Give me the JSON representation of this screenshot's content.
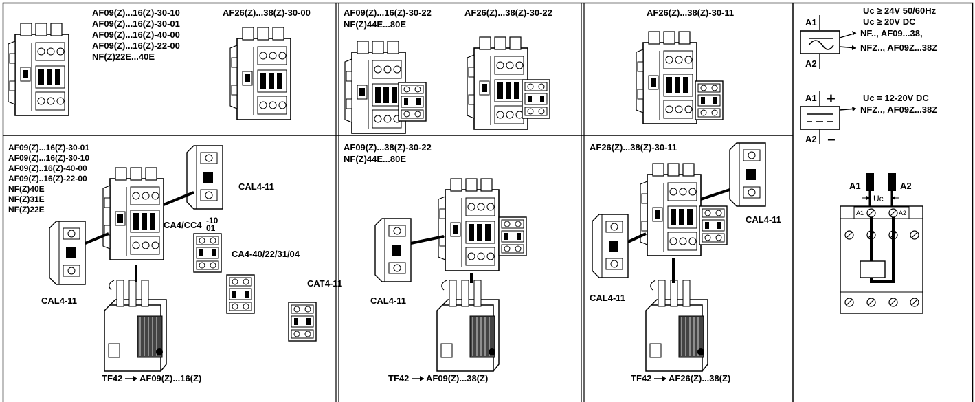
{
  "top_panels": [
    {
      "label_groups": [
        [
          "AF09(Z)...16(Z)-30-10",
          "AF09(Z)...16(Z)-30-01",
          "AF09(Z)...16(Z)-40-00",
          "AF09(Z)...16(Z)-22-00",
          "NF(Z)22E...40E"
        ],
        [
          "AF26(Z)...38(Z)-30-00"
        ]
      ]
    },
    {
      "label_groups": [
        [
          "AF09(Z)...16(Z)-30-22",
          "NF(Z)44E...80E"
        ],
        [
          "AF26(Z)...38(Z)-30-22"
        ]
      ]
    },
    {
      "label_groups": [
        [
          "AF26(Z)...38(Z)-30-11"
        ]
      ]
    }
  ],
  "coil_panel": {
    "ac": {
      "a1": "A1",
      "a2": "A2",
      "lines": [
        "Uc ≥ 24V 50/60Hz",
        "Uc ≥ 20V DC",
        "NF.., AF09...38,",
        "NFZ.., AF09Z...38Z"
      ]
    },
    "dc": {
      "a1": "A1",
      "a2": "A2",
      "plus": "+",
      "minus": "−",
      "lines": [
        "Uc = 12-20V DC",
        "NFZ.., AF09Z...38Z"
      ]
    },
    "terminal": {
      "a1": "A1",
      "a2": "A2",
      "uc": "Uc",
      "tag_a1": "A1",
      "tag_a2": "A2"
    }
  },
  "bottom_panels": [
    {
      "labels": [
        "AF09(Z)...16(Z)-30-01",
        "AF09(Z)...16(Z)-30-10",
        "AF09(Z)..16(Z)-40-00",
        "AF09(Z)..16(Z)-22-00",
        "NF(Z)40E",
        "NF(Z)31E",
        "NF(Z)22E"
      ],
      "accessories": {
        "cal_top": "CAL4-11",
        "ca4_prefix": "CA4/CC4",
        "ca4_sup": "-10",
        "ca4_sub": "01",
        "ca4_block": "CA4-40/22/31/04",
        "cat": "CAT4-11",
        "cal_left": "CAL4-11"
      },
      "footer": {
        "prefix": "TF42",
        "target": "AF09(Z)...16(Z)"
      }
    },
    {
      "labels": [
        "AF09(Z)...38(Z)-30-22",
        "NF(Z)44E...80E"
      ],
      "accessories": {
        "cal_left": "CAL4-11"
      },
      "footer": {
        "prefix": "TF42",
        "target": "AF09(Z)...38(Z)"
      }
    },
    {
      "labels": [
        "AF26(Z)...38(Z)-30-11"
      ],
      "accessories": {
        "cal_right": "CAL4-11",
        "cal_left": "CAL4-11"
      },
      "footer": {
        "prefix": "TF42",
        "target": "AF26(Z)...38(Z)"
      }
    }
  ]
}
